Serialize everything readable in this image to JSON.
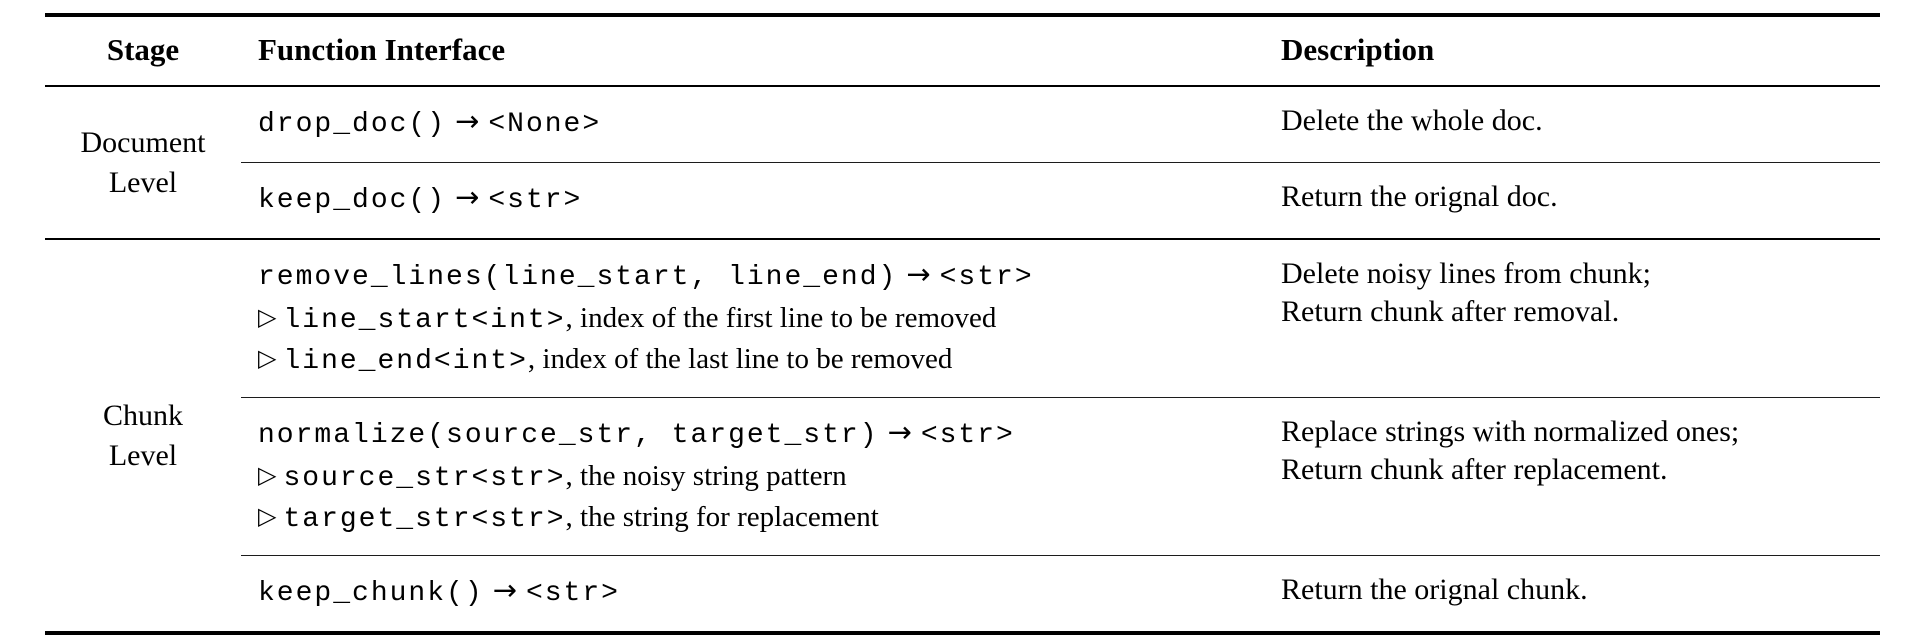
{
  "table": {
    "arrow": "→",
    "bullet": "▷",
    "columns": [
      "Stage",
      "Function Interface",
      "Description"
    ],
    "groups": [
      {
        "stage": "Document Level",
        "rows": [
          {
            "signature": "drop_doc()",
            "returns": "<None>",
            "params": [],
            "description": [
              "Delete the whole doc."
            ]
          },
          {
            "signature": "keep_doc()",
            "returns": "<str>",
            "params": [],
            "description": [
              "Return the orignal doc."
            ]
          }
        ]
      },
      {
        "stage": "Chunk Level",
        "rows": [
          {
            "signature": "remove_lines(line_start, line_end)",
            "returns": "<str>",
            "params": [
              {
                "code": "line_start<int>",
                "text": ", index of the first line to be removed"
              },
              {
                "code": "line_end<int>",
                "text": ", index of the last line to be removed"
              }
            ],
            "description": [
              "Delete noisy lines from chunk;",
              "Return chunk after removal."
            ]
          },
          {
            "signature": "normalize(source_str, target_str)",
            "returns": "<str>",
            "params": [
              {
                "code": "source_str<str>",
                "text": ", the noisy string pattern"
              },
              {
                "code": "target_str<str>",
                "text": ", the string for replacement"
              }
            ],
            "description": [
              "Replace strings with normalized ones;",
              "Return chunk after replacement."
            ]
          },
          {
            "signature": "keep_chunk()",
            "returns": "<str>",
            "params": [],
            "description": [
              "Return the orignal chunk."
            ]
          }
        ]
      }
    ]
  }
}
